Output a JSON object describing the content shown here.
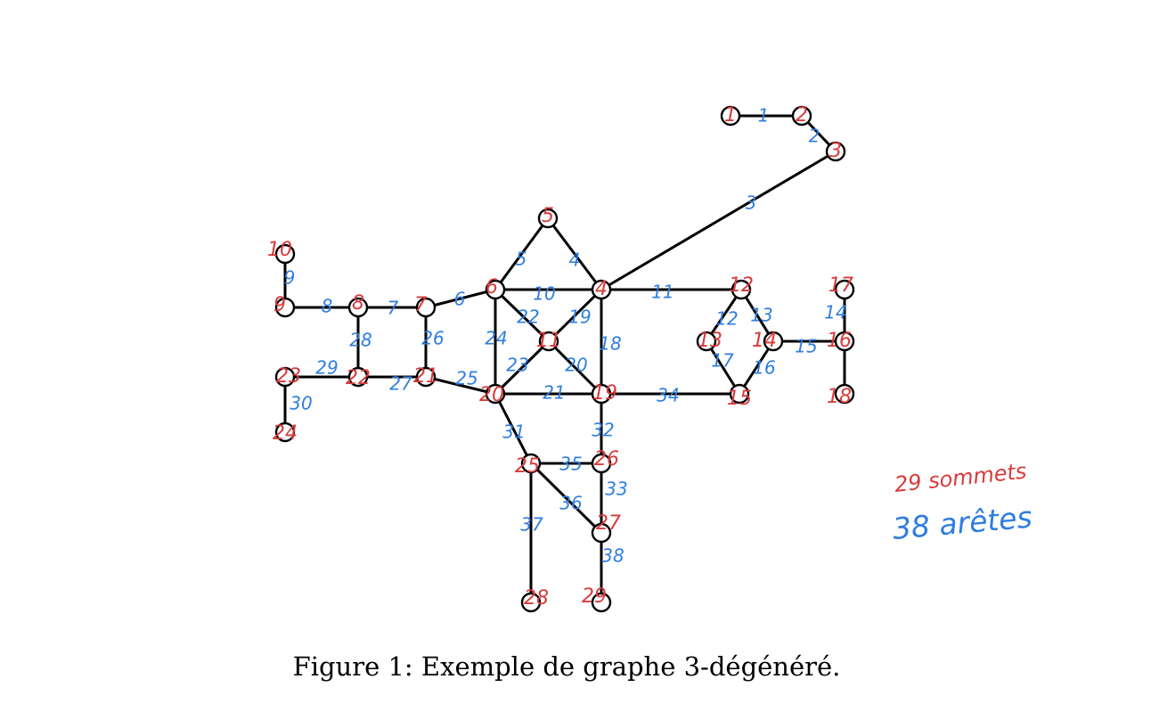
{
  "caption": "Figure 1: Exemple de graphe 3-dégénéré.",
  "annotations": {
    "vertices_note": "29 sommets",
    "edges_note": "38 arêtes"
  },
  "colors": {
    "vertex_label": "#d83b3b",
    "edge_label": "#2f7ee0",
    "line": "#000000"
  },
  "vertex_labels": [
    "1",
    "2",
    "3",
    "4",
    "5",
    "6",
    "7",
    "8",
    "9",
    "10",
    "11",
    "12",
    "13",
    "14",
    "15",
    "16",
    "17",
    "18",
    "19",
    "20",
    "21",
    "22",
    "23",
    "24",
    "25",
    "26",
    "27",
    "28",
    "29"
  ],
  "edges": [
    {
      "label": "1",
      "from": "1",
      "to": "2"
    },
    {
      "label": "2",
      "from": "2",
      "to": "3"
    },
    {
      "label": "3",
      "from": "3",
      "to": "4"
    },
    {
      "label": "4",
      "from": "5",
      "to": "4"
    },
    {
      "label": "5",
      "from": "5",
      "to": "6"
    },
    {
      "label": "6",
      "from": "6",
      "to": "7"
    },
    {
      "label": "7",
      "from": "7",
      "to": "8"
    },
    {
      "label": "8",
      "from": "8",
      "to": "9"
    },
    {
      "label": "9",
      "from": "9",
      "to": "10"
    },
    {
      "label": "10",
      "from": "6",
      "to": "4"
    },
    {
      "label": "11",
      "from": "4",
      "to": "12"
    },
    {
      "label": "12",
      "from": "12",
      "to": "13"
    },
    {
      "label": "13",
      "from": "12",
      "to": "14"
    },
    {
      "label": "14",
      "from": "17",
      "to": "16"
    },
    {
      "label": "15",
      "from": "14",
      "to": "16"
    },
    {
      "label": "16",
      "from": "14",
      "to": "15"
    },
    {
      "label": "17",
      "from": "13",
      "to": "15"
    },
    {
      "label": "18",
      "from": "4",
      "to": "19"
    },
    {
      "label": "19",
      "from": "4",
      "to": "11"
    },
    {
      "label": "20",
      "from": "11",
      "to": "19"
    },
    {
      "label": "21",
      "from": "20",
      "to": "19"
    },
    {
      "label": "22",
      "from": "6",
      "to": "11"
    },
    {
      "label": "23",
      "from": "20",
      "to": "11"
    },
    {
      "label": "24",
      "from": "6",
      "to": "20"
    },
    {
      "label": "25",
      "from": "21",
      "to": "20"
    },
    {
      "label": "26",
      "from": "7",
      "to": "21"
    },
    {
      "label": "27",
      "from": "22",
      "to": "21"
    },
    {
      "label": "28",
      "from": "8",
      "to": "22"
    },
    {
      "label": "29",
      "from": "23",
      "to": "22"
    },
    {
      "label": "30",
      "from": "23",
      "to": "24"
    },
    {
      "label": "31",
      "from": "20",
      "to": "25"
    },
    {
      "label": "32",
      "from": "19",
      "to": "26"
    },
    {
      "label": "33",
      "from": "26",
      "to": "27"
    },
    {
      "label": "34",
      "from": "19",
      "to": "15"
    },
    {
      "label": "35",
      "from": "25",
      "to": "26"
    },
    {
      "label": "36",
      "from": "25",
      "to": "27"
    },
    {
      "label": "37",
      "from": "25",
      "to": "28"
    },
    {
      "label": "38",
      "from": "27",
      "to": "29"
    },
    {
      "label": "",
      "from": "16",
      "to": "18"
    }
  ]
}
